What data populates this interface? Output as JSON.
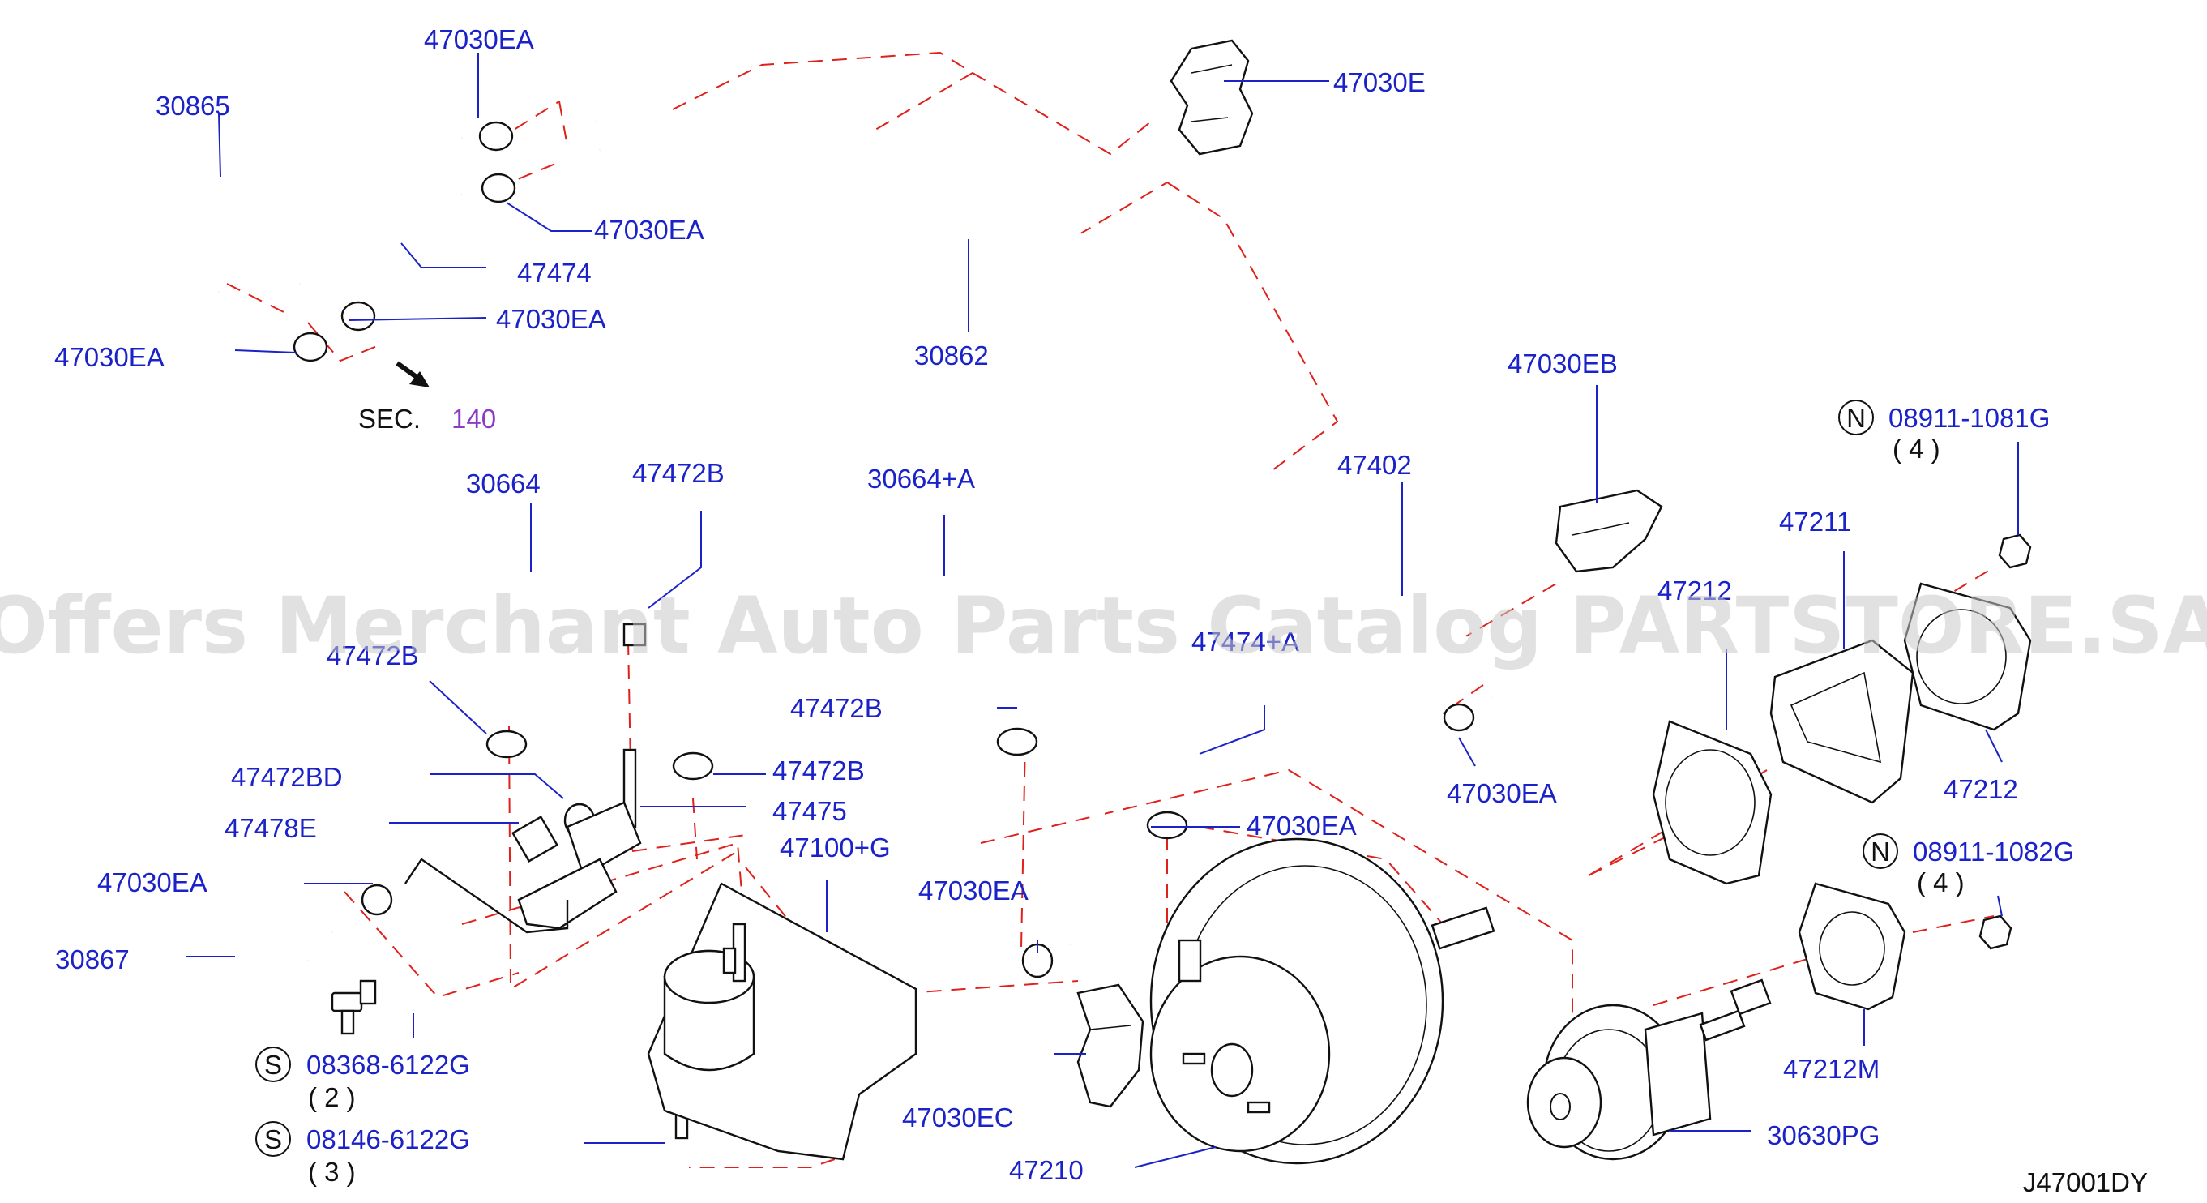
{
  "watermark": "Offers Merchant Auto Parts Catalog PARTSTORE.SA",
  "diagram_code": "J47001DY",
  "section_ref": {
    "prefix": "SEC.",
    "number": "140"
  },
  "labels": {
    "l_47030EA_top": "47030EA",
    "l_30865": "30865",
    "l_47030EA_mid": "47030EA",
    "l_47474": "47474",
    "l_47030EA_a": "47030EA",
    "l_47030EA_left": "47030EA",
    "l_47030E": "47030E",
    "l_30862": "30862",
    "l_47030EB": "47030EB",
    "l_47402": "47402",
    "l_30664": "30664",
    "l_47472B_top": "47472B",
    "l_30664A": "30664+A",
    "l_47472B_left": "47472B",
    "l_47472B_mid": "47472B",
    "l_47472B_b": "47472B",
    "l_47472BD": "47472BD",
    "l_47475": "47475",
    "l_47478E": "47478E",
    "l_47100G": "47100+G",
    "l_47030EA_b": "47030EA",
    "l_47030EA_c": "47030EA",
    "l_47030EA_d": "47030EA",
    "l_47030EA_e": "47030EA",
    "l_30867": "30867",
    "l_47474A": "47474+A",
    "l_47212_top": "47212",
    "l_47211": "47211",
    "l_47212_right": "47212",
    "l_47212M": "47212M",
    "l_47030EC": "47030EC",
    "l_47210": "47210",
    "l_30630PG": "30630PG"
  },
  "callouts": {
    "n1": {
      "badge": "N",
      "part": "08911-1081G",
      "qty": "( 4 )"
    },
    "n2": {
      "badge": "N",
      "part": "08911-1082G",
      "qty": "( 4 )"
    },
    "s1": {
      "badge": "S",
      "part": "08368-6122G",
      "qty": "( 2 )"
    },
    "s2": {
      "badge": "S",
      "part": "08146-6122G",
      "qty": "( 3 )"
    }
  }
}
